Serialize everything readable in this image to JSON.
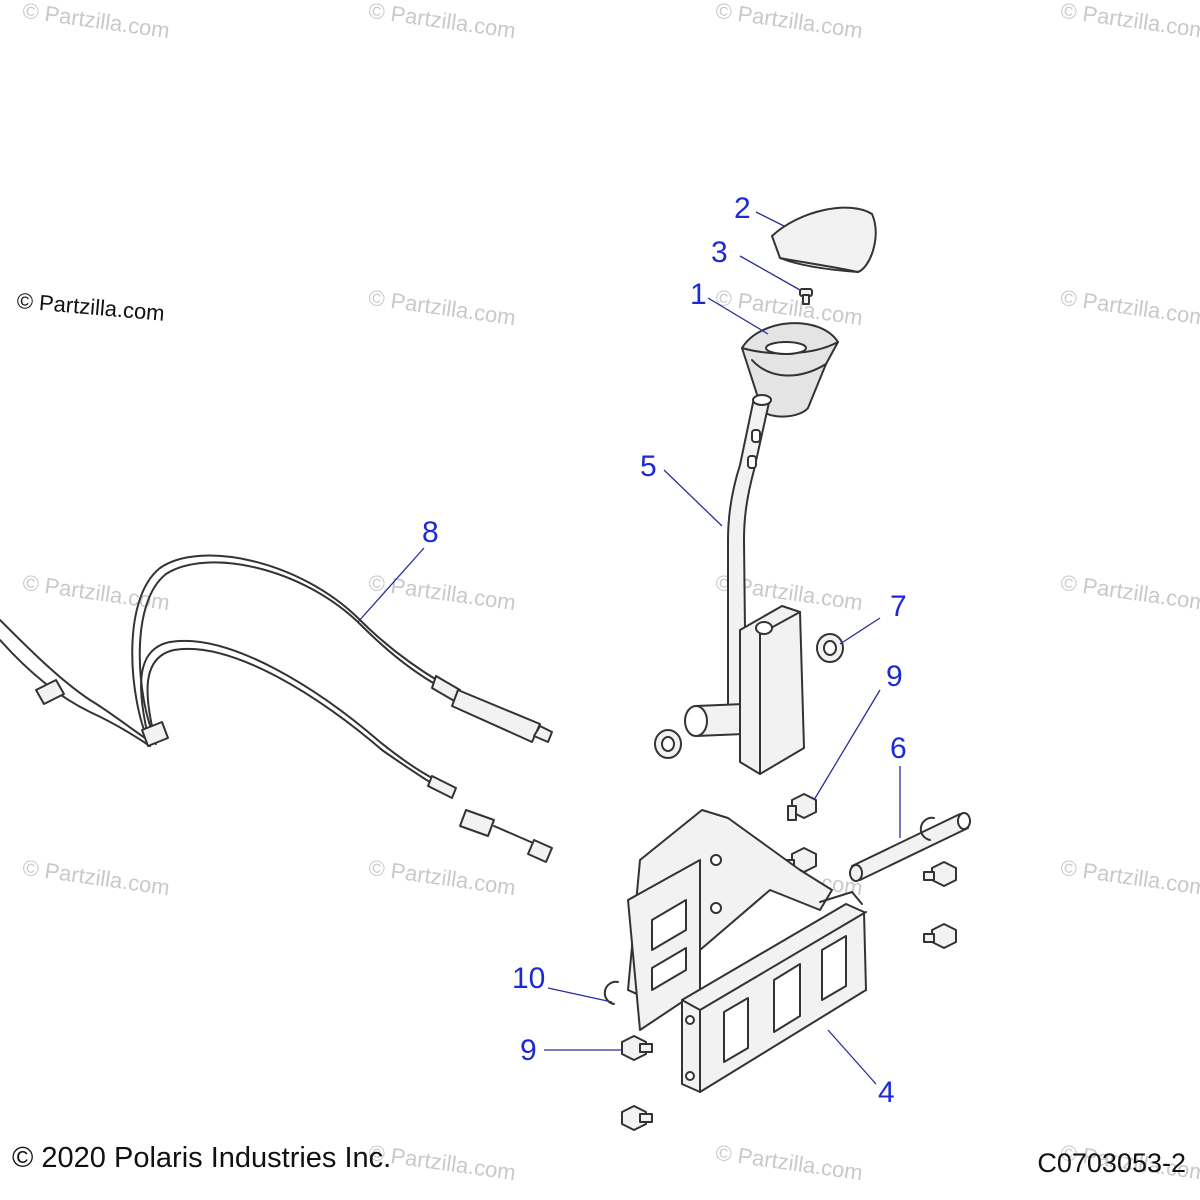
{
  "watermark": {
    "main": "© Partzilla.com",
    "tile": "© Partzilla.com"
  },
  "callouts": {
    "c1": "1",
    "c2": "2",
    "c3": "3",
    "c4": "4",
    "c5": "5",
    "c6": "6",
    "c7": "7",
    "c8": "8",
    "c9a": "9",
    "c9b": "9",
    "c10": "10"
  },
  "footer": {
    "copyright": "© 2020 Polaris Industries Inc.",
    "drawing_number": "C0703053-2"
  },
  "colors": {
    "callout": "#1a2bd6",
    "line": "#2a2f9a",
    "part_stroke": "#333333",
    "part_fill": "#f2f2f2",
    "watermark": "#c9c9c9"
  }
}
